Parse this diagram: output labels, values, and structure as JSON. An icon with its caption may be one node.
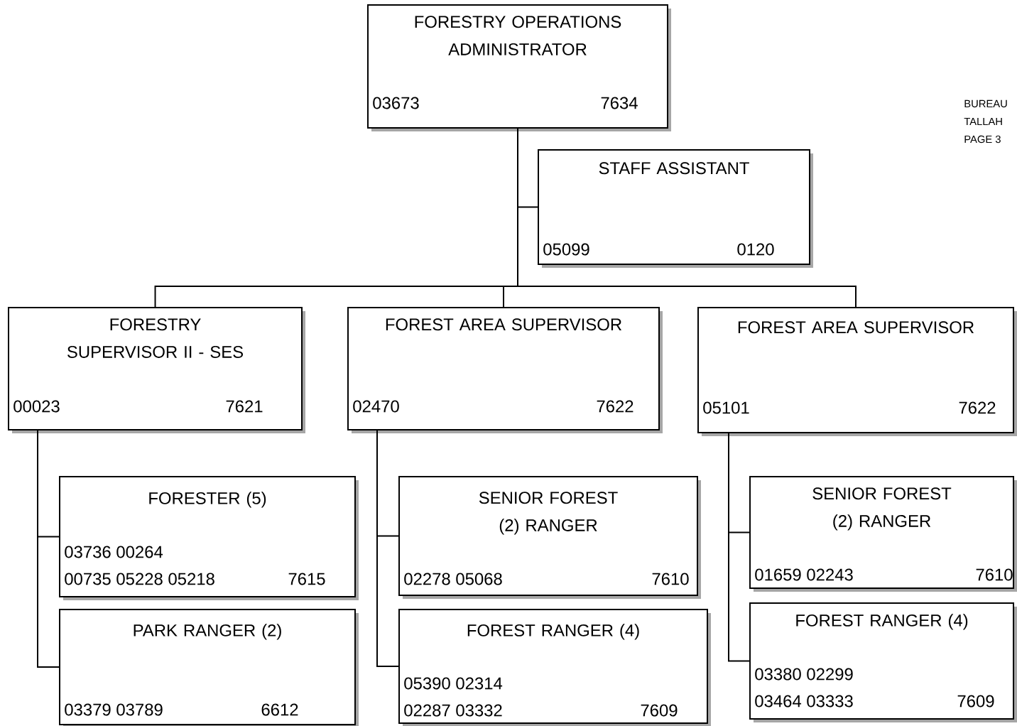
{
  "diagram": {
    "nodes": [
      {
        "text": [
          "FORESTRY OPERATIONS ADMINISTRATOR",
          "03673",
          "7634"
        ]
      },
      {
        "text": [
          "STAFF ASSISTANT",
          "05099",
          "0120"
        ]
      },
      {
        "text": [
          "FORESTRY SUPERVISOR II - SES",
          "00023",
          "7621"
        ]
      },
      {
        "text": [
          "FOREST AREA SUPERVISOR",
          "02470",
          "7622"
        ]
      },
      {
        "text": [
          "FOREST AREA SUPERVISOR",
          "05101",
          "7622"
        ]
      },
      {
        "text": [
          "FORESTER (5)",
          "03736 00264",
          "00735 05228 05218",
          "7615"
        ]
      },
      {
        "text": [
          "PARK RANGER (2)",
          "03379 03789",
          "6612"
        ]
      },
      {
        "text": [
          "SENIOR FOREST (2) RANGER",
          "02278 05068",
          "7610"
        ]
      },
      {
        "text": [
          "FOREST RANGER (4)",
          "05390 02314",
          "02287 03332",
          "7609"
        ]
      },
      {
        "text": [
          "SENIOR FOREST (2) RANGER",
          "01659 02243",
          "7610"
        ]
      },
      {
        "text": [
          "FOREST RANGER (4)",
          "03380 02299",
          "03464 03333",
          "7609"
        ]
      }
    ],
    "edges": [
      {
        "from": 0,
        "to": 1,
        "arrow": "none"
      },
      {
        "from": 0,
        "to": 2,
        "arrow": "none"
      },
      {
        "from": 0,
        "to": 3,
        "arrow": "none"
      },
      {
        "from": 0,
        "to": 4,
        "arrow": "none"
      },
      {
        "from": 2,
        "to": 5,
        "arrow": "none"
      },
      {
        "from": 2,
        "to": 6,
        "arrow": "none"
      },
      {
        "from": 3,
        "to": 7,
        "arrow": "none"
      },
      {
        "from": 3,
        "to": 8,
        "arrow": "none"
      },
      {
        "from": 4,
        "to": 9,
        "arrow": "none"
      },
      {
        "from": 4,
        "to": 10,
        "arrow": "none"
      }
    ],
    "labels": [
      "BUREAU",
      "TALLAH",
      "PAGE 3"
    ]
  }
}
